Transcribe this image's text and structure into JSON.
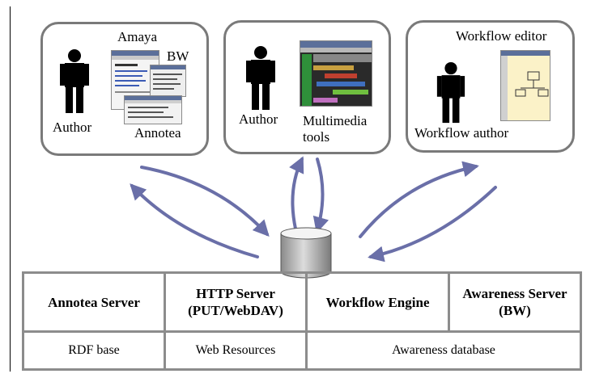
{
  "boxes": [
    {
      "labels": {
        "amaya": "Amaya",
        "bw": "BW",
        "author": "Author",
        "annotea": "Annotea"
      }
    },
    {
      "labels": {
        "author": "Author",
        "multimedia": "Multimedia",
        "tools": "tools"
      }
    },
    {
      "labels": {
        "editor": "Workflow editor",
        "author": "Workflow author"
      }
    }
  ],
  "servers": {
    "row1": [
      {
        "line1": "Annotea Server",
        "line2": ""
      },
      {
        "line1": "HTTP Server",
        "line2": "(PUT/WebDAV)"
      },
      {
        "line1": "Workflow Engine",
        "line2": ""
      },
      {
        "line1": "Awareness Server",
        "line2": "(BW)"
      }
    ],
    "row2": [
      "RDF base",
      "Web Resources",
      "Awareness database"
    ]
  },
  "colors": {
    "arrow": "#6a6fa8",
    "box_border": "#7a7a7a",
    "cell_border": "#8c8c8c"
  }
}
